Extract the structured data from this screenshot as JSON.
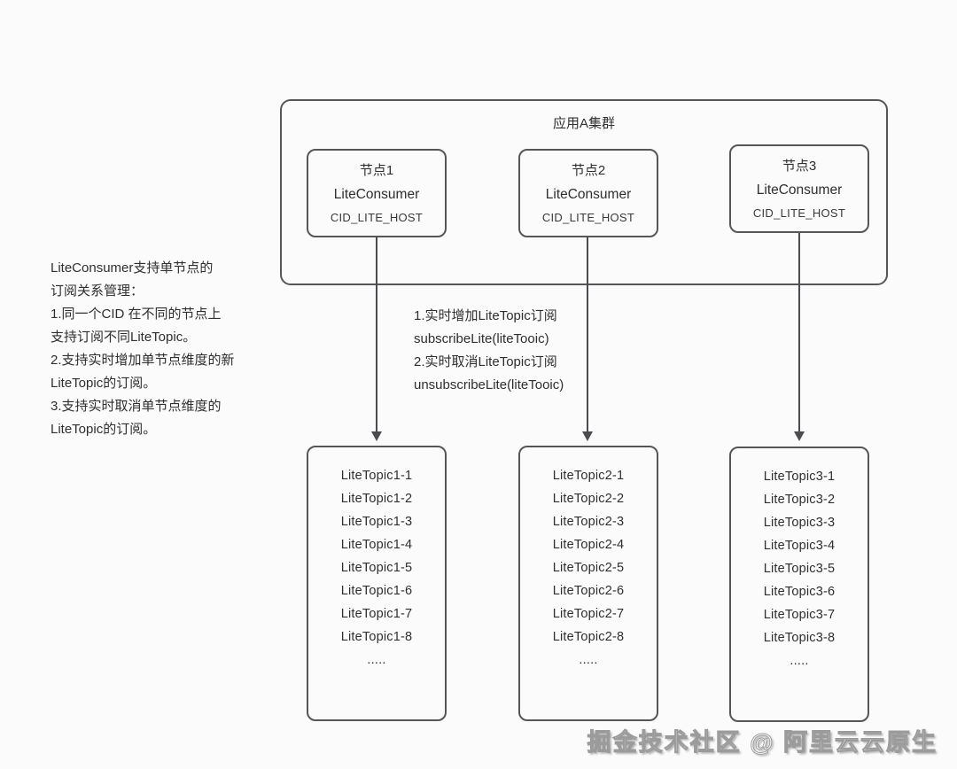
{
  "colors": {
    "background": "#fbfbfb",
    "stroke": "#55565a",
    "arrow": "#4b4c4f",
    "text": "#2e2f31",
    "watermark_fill": "#ffffff",
    "watermark_outline": "#9b9b9b"
  },
  "cluster": {
    "title": "应用A集群",
    "nodes": [
      {
        "name": "节点1",
        "consumer": "LiteConsumer",
        "cid": "CID_LITE_HOST"
      },
      {
        "name": "节点2",
        "consumer": "LiteConsumer",
        "cid": "CID_LITE_HOST"
      },
      {
        "name": "节点3",
        "consumer": "LiteConsumer",
        "cid": "CID_LITE_HOST"
      }
    ]
  },
  "left_note": {
    "lines": [
      "LiteConsumer支持单节点的",
      "订阅关系管理：",
      "1.同一个CID 在不同的节点上",
      "支持订阅不同LiteTopic。",
      "2.支持实时增加单节点维度的新",
      "LiteTopic的订阅。",
      "3.支持实时取消单节点维度的",
      "LiteTopic的订阅。"
    ]
  },
  "subscription_note": {
    "lines": [
      "1.实时增加LiteTopic订阅",
      "subscribeLite(liteTooic)",
      "2.实时取消LiteTopic订阅",
      "unsubscribeLite(liteTooic)"
    ]
  },
  "topic_boxes": [
    {
      "topics": [
        "LiteTopic1-1",
        "LiteTopic1-2",
        "LiteTopic1-3",
        "LiteTopic1-4",
        "LiteTopic1-5",
        "LiteTopic1-6",
        "LiteTopic1-7",
        "LiteTopic1-8",
        "....."
      ]
    },
    {
      "topics": [
        "LiteTopic2-1",
        "LiteTopic2-2",
        "LiteTopic2-3",
        "LiteTopic2-4",
        "LiteTopic2-5",
        "LiteTopic2-6",
        "LiteTopic2-7",
        "LiteTopic2-8",
        "....."
      ]
    },
    {
      "topics": [
        "LiteTopic3-1",
        "LiteTopic3-2",
        "LiteTopic3-3",
        "LiteTopic3-4",
        "LiteTopic3-5",
        "LiteTopic3-6",
        "LiteTopic3-7",
        "LiteTopic3-8",
        "....."
      ]
    }
  ],
  "watermark": "掘金技术社区 @ 阿里云云原生"
}
